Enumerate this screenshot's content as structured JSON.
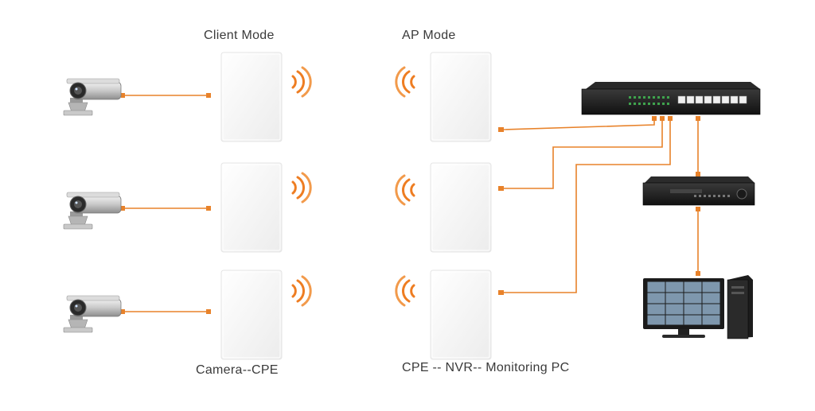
{
  "labels": {
    "client_mode": "Client Mode",
    "ap_mode": "AP Mode",
    "camera_cpe": "Camera--CPE",
    "cpe_nvr_pc": "CPE -- NVR-- Monitoring PC"
  },
  "icons": {
    "camera": "security-camera-icon",
    "cpe": "cpe-antenna-icon",
    "signal": "wifi-signal-icon",
    "switch": "network-switch-icon",
    "nvr": "nvr-recorder-icon",
    "pc": "monitoring-pc-icon"
  },
  "colors": {
    "cable": "#e8822a",
    "device_body": "#f4f4f4",
    "signal": "#ee7d22"
  }
}
